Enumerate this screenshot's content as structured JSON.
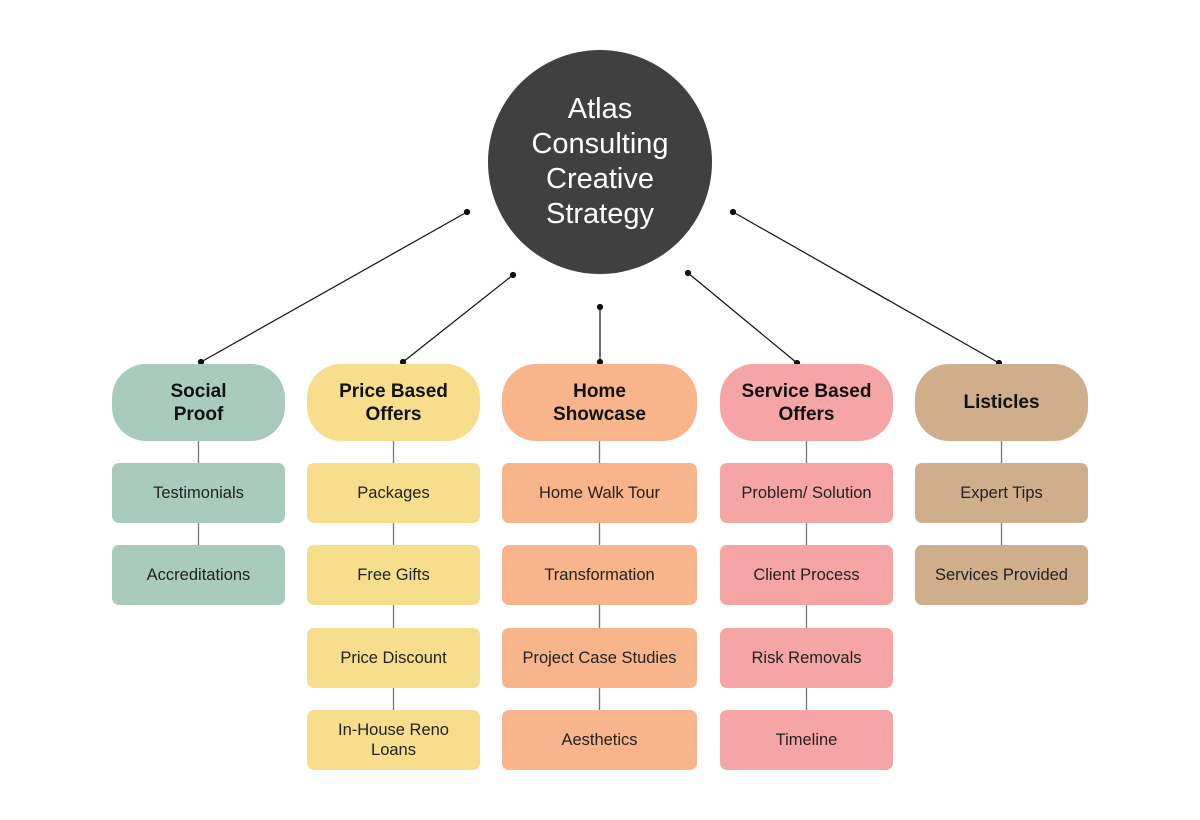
{
  "center": {
    "title": "Atlas\nConsulting\nCreative\nStrategy",
    "color": "#404040"
  },
  "branches": [
    {
      "label": "Social Proof",
      "color": "#a9cbbd",
      "children": [
        "Testimonials",
        "Accreditations"
      ]
    },
    {
      "label": "Price Based Offers",
      "color": "#f6de8d",
      "children": [
        "Packages",
        "Free Gifts",
        "Price Discount",
        "In-House Reno Loans"
      ]
    },
    {
      "label": "Home Showcase",
      "color": "#f8b48a",
      "children": [
        "Home Walk Tour",
        "Transformation",
        "Project Case Studies",
        "Aesthetics"
      ]
    },
    {
      "label": "Service Based Offers",
      "color": "#f6a5a6",
      "children": [
        "Problem/ Solution",
        "Client Process",
        "Risk Removals",
        "Timeline"
      ]
    },
    {
      "label": "Listicles",
      "color": "#cfae8b",
      "children": [
        "Expert Tips",
        "Services Provided"
      ]
    }
  ]
}
